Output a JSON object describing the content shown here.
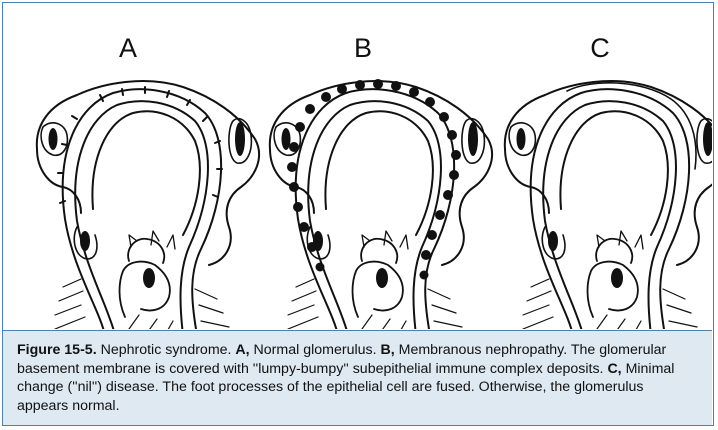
{
  "panels": [
    {
      "label": "A"
    },
    {
      "label": "B"
    },
    {
      "label": "C"
    }
  ],
  "caption": {
    "figure_number": "Figure 15-5.",
    "t1": " Nephrotic syndrome. ",
    "a_label": "A,",
    "t2": " Normal glomerulus. ",
    "b_label": "B,",
    "t3": " Membranous nephropathy. The glomerular basement membrane is covered with ''lumpy-bumpy'' subepithelial immune complex deposits. ",
    "c_label": "C,",
    "t4": " Minimal change (''nil'') disease. The foot processes of the epithelial cell are fused. Otherwise, the glomerulus appears normal."
  }
}
